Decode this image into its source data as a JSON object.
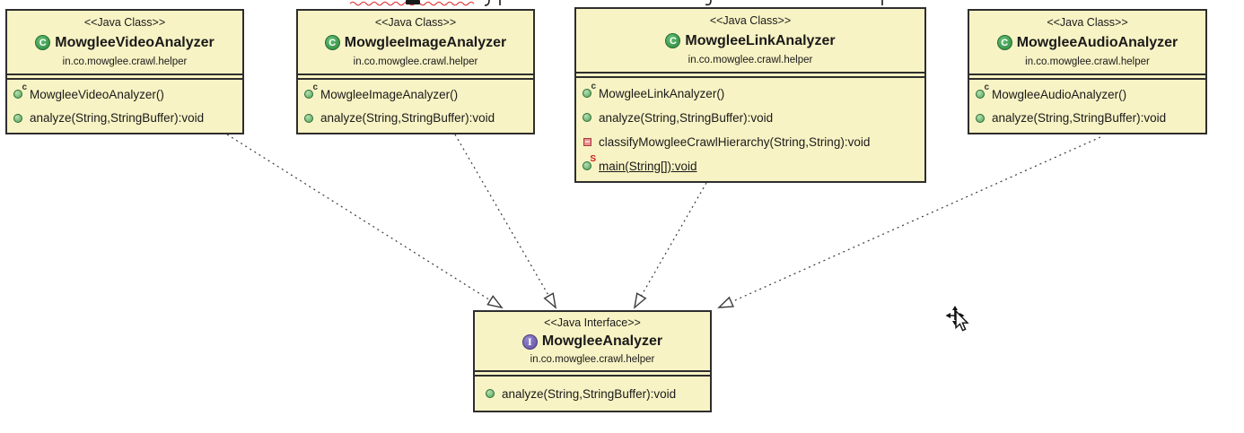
{
  "colors": {
    "canvas_bg": "#ffffff",
    "box_fill": "#f8f3c4",
    "box_border": "#2e2e2e",
    "text": "#1a1a1a",
    "connector": "#3a3a3a",
    "class_icon_green": "#2f8a41",
    "interface_icon_purple": "#64519f",
    "method_ball_green": "#55a35e",
    "private_square_red": "#e89090",
    "static_marker_red": "#cc2222",
    "spellcheck_squiggle_red": "#e03030"
  },
  "classes": [
    {
      "stereotype": "<<Java Class>>",
      "icon_letter": "C",
      "name": "MowgleeVideoAnalyzer",
      "package": "in.co.mowglee.crawl.helper",
      "members": [
        {
          "kind": "constructor",
          "marker": "c",
          "label": "MowgleeVideoAnalyzer()"
        },
        {
          "kind": "public-method",
          "label": "analyze(String,StringBuffer):void"
        }
      ]
    },
    {
      "stereotype": "<<Java Class>>",
      "icon_letter": "C",
      "name": "MowgleeImageAnalyzer",
      "package": "in.co.mowglee.crawl.helper",
      "members": [
        {
          "kind": "constructor",
          "marker": "c",
          "label": "MowgleeImageAnalyzer()"
        },
        {
          "kind": "public-method",
          "label": "analyze(String,StringBuffer):void"
        }
      ]
    },
    {
      "stereotype": "<<Java Class>>",
      "icon_letter": "C",
      "name": "MowgleeLinkAnalyzer",
      "package": "in.co.mowglee.crawl.helper",
      "members": [
        {
          "kind": "constructor",
          "marker": "c",
          "label": "MowgleeLinkAnalyzer()"
        },
        {
          "kind": "public-method",
          "label": "analyze(String,StringBuffer):void"
        },
        {
          "kind": "private-method",
          "label": "classifyMowgleeCrawlHierarchy(String,String):void"
        },
        {
          "kind": "static-method",
          "marker": "S",
          "label": "main(String[]):void"
        }
      ]
    },
    {
      "stereotype": "<<Java Class>>",
      "icon_letter": "C",
      "name": "MowgleeAudioAnalyzer",
      "package": "in.co.mowglee.crawl.helper",
      "members": [
        {
          "kind": "constructor",
          "marker": "c",
          "label": "MowgleeAudioAnalyzer()"
        },
        {
          "kind": "public-method",
          "label": "analyze(String,StringBuffer):void"
        }
      ]
    }
  ],
  "interface": {
    "stereotype": "<<Java Interface>>",
    "icon_letter": "I",
    "name": "MowgleeAnalyzer",
    "package": "in.co.mowglee.crawl.helper",
    "members": [
      {
        "kind": "public-method",
        "label": "analyze(String,StringBuffer):void"
      }
    ]
  },
  "relationships": [
    {
      "type": "implements",
      "from": "MowgleeVideoAnalyzer",
      "to": "MowgleeAnalyzer",
      "line": "dashed",
      "arrowhead": "hollow-triangle"
    },
    {
      "type": "implements",
      "from": "MowgleeImageAnalyzer",
      "to": "MowgleeAnalyzer",
      "line": "dashed",
      "arrowhead": "hollow-triangle"
    },
    {
      "type": "implements",
      "from": "MowgleeLinkAnalyzer",
      "to": "MowgleeAnalyzer",
      "line": "dashed",
      "arrowhead": "hollow-triangle"
    },
    {
      "type": "implements",
      "from": "MowgleeAudioAnalyzer",
      "to": "MowgleeAnalyzer",
      "line": "dashed",
      "arrowhead": "hollow-triangle"
    }
  ]
}
